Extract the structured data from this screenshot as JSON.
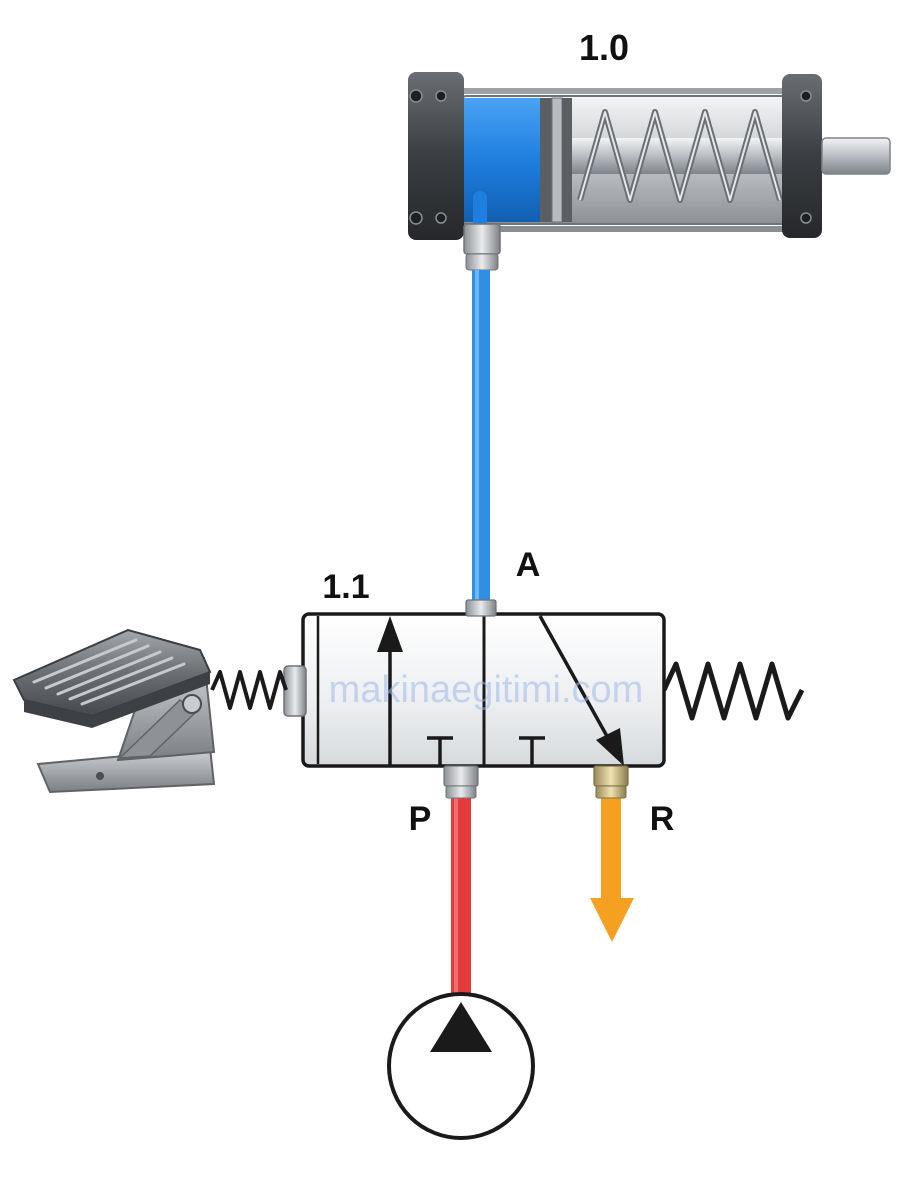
{
  "labels": {
    "cylinder": "1.0",
    "valve": "1.1",
    "port_a": "A",
    "port_p": "P",
    "port_r": "R"
  },
  "watermark": "makinaegitimi.com",
  "colors": {
    "pressure_line": "#e23b3b",
    "cylinder_line": "#2f8fe6",
    "exhaust_line": "#f5a020",
    "cylinder_chamber": "#1e7fe0",
    "valve_body": "#eef0f2"
  },
  "icons": {
    "actuator": "foot-pedal-icon",
    "source": "pump-symbol-icon"
  }
}
